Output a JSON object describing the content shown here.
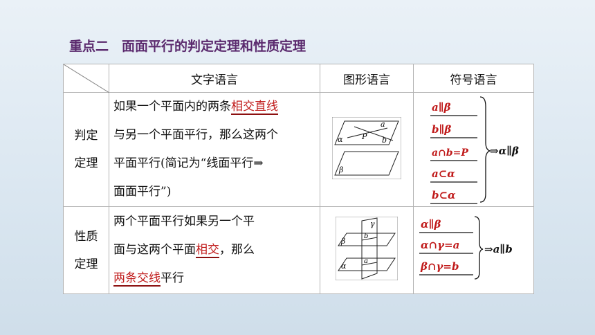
{
  "page_title": "重点二　面面平行的判定定理和性质定理",
  "headers": [
    "文字语言",
    "图形语言",
    "符号语言"
  ],
  "rows": [
    {
      "label": [
        "判定",
        "定理"
      ],
      "text_lines": [
        {
          "before": "如果一个平面内的两条",
          "red": "相交直线",
          "after": ""
        },
        {
          "before": "与另一个平面平行，那么这两个",
          "red": "",
          "after": ""
        },
        {
          "before": "平面平行(简记为“线面平行⇒",
          "red": "",
          "after": ""
        },
        {
          "before": "面面平行”)",
          "red": "",
          "after": ""
        }
      ],
      "figure_labels": {
        "alpha": "α",
        "a": "a",
        "b": "b",
        "P": "P",
        "beta": "β"
      },
      "symbols": [
        "a∥β",
        "b∥β",
        "a∩b=P",
        "a⊂α",
        "b⊂α"
      ],
      "conclusion": "⇒α∥β"
    },
    {
      "label": [
        "性质",
        "定理"
      ],
      "text_lines": [
        {
          "before": "两个平面平行如果另一个平",
          "red": "",
          "after": ""
        },
        {
          "before": "面与这两个平面",
          "red": "相交",
          "after": "，那么"
        },
        {
          "before": "",
          "red": "两条交线",
          "after": "平行"
        }
      ],
      "figure_labels": {
        "beta": "β",
        "b": "b",
        "gamma": "γ",
        "alpha": "α",
        "a": "a"
      },
      "symbols": [
        "α∥β",
        "α∩γ=a",
        "β∩γ=b"
      ],
      "conclusion": "⇒a∥b"
    }
  ],
  "colors": {
    "title": "#5b2a6e",
    "emphasis": "#c01a1a",
    "border": "#b3b3b3"
  }
}
